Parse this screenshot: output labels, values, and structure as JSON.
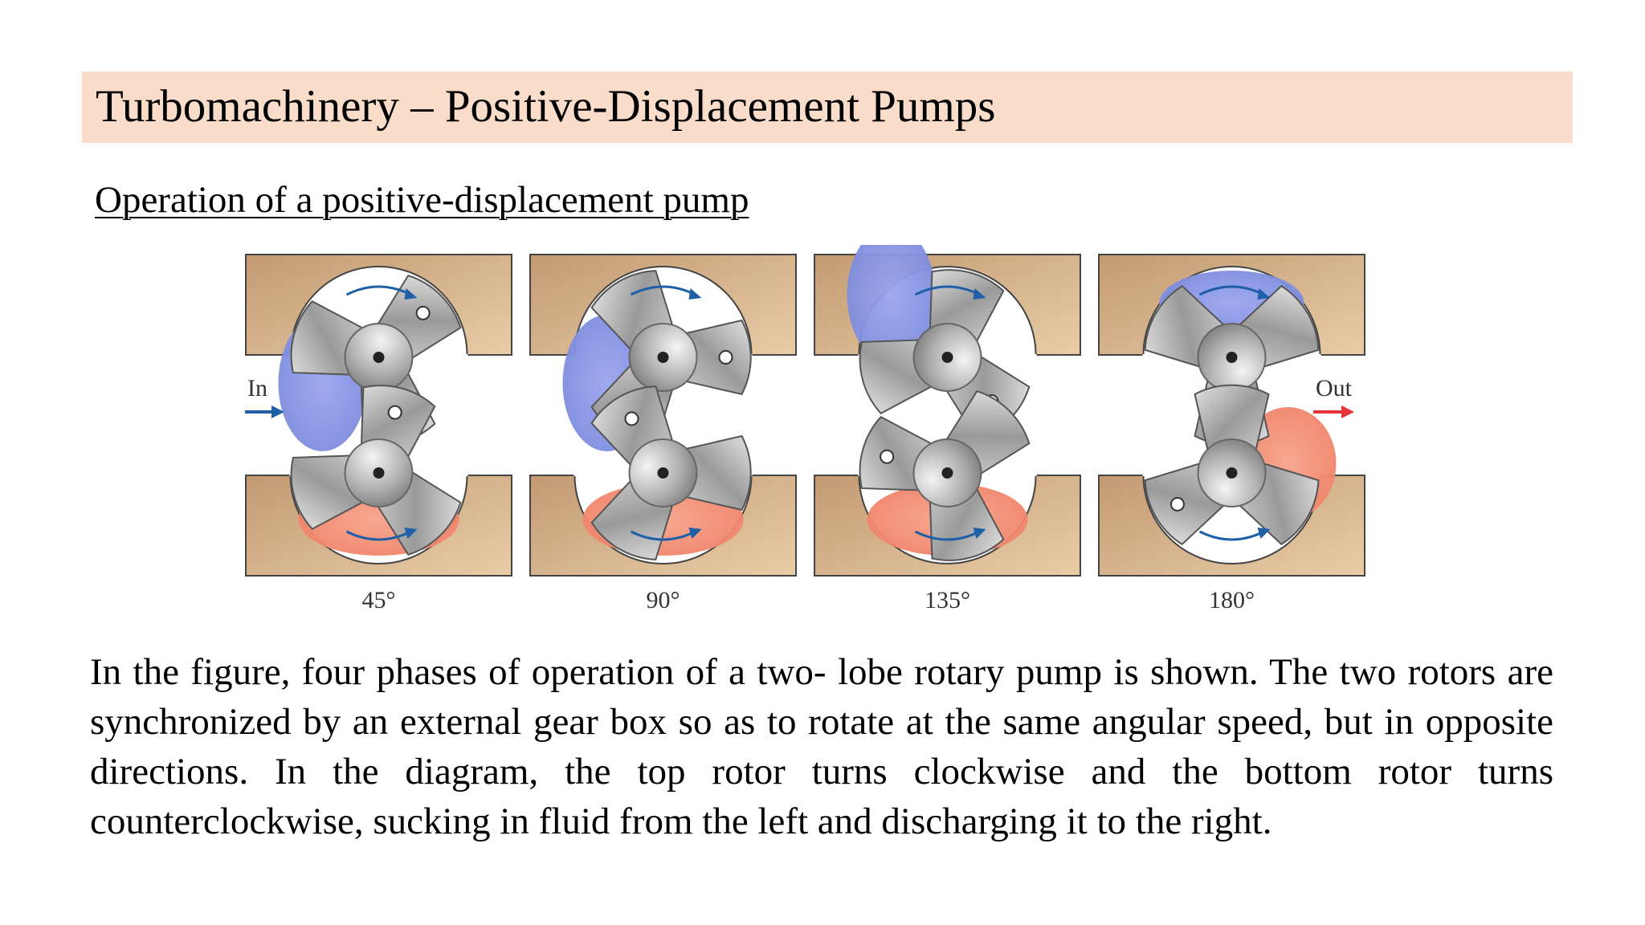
{
  "slide": {
    "title": "Turbomachinery – Positive-Displacement Pumps",
    "subtitle": "Operation of a positive-displacement pump",
    "body": "In the figure, four phases of operation of a two- lobe rotary pump is shown. The two rotors are synchronized by an external gear box so as to rotate at the same angular speed, but in opposite directions. In the diagram, the top rotor turns clockwise and the bottom rotor turns counterclockwise, sucking in fluid from the left and discharging it to the right."
  },
  "figure": {
    "inlet_label": "In",
    "outlet_label": "Out",
    "phases": [
      {
        "label": "45°",
        "angle": 45
      },
      {
        "label": "90°",
        "angle": 90
      },
      {
        "label": "135°",
        "angle": 135
      },
      {
        "label": "180°",
        "angle": 180
      }
    ],
    "colors": {
      "housing": "#c9a47e",
      "inlet_fluid": "#7f8fe0",
      "outlet_fluid": "#f08a70",
      "inlet_arrow": "#1f5fa8",
      "outlet_arrow": "#e8323a",
      "rotor": "#b5b5b5"
    }
  }
}
